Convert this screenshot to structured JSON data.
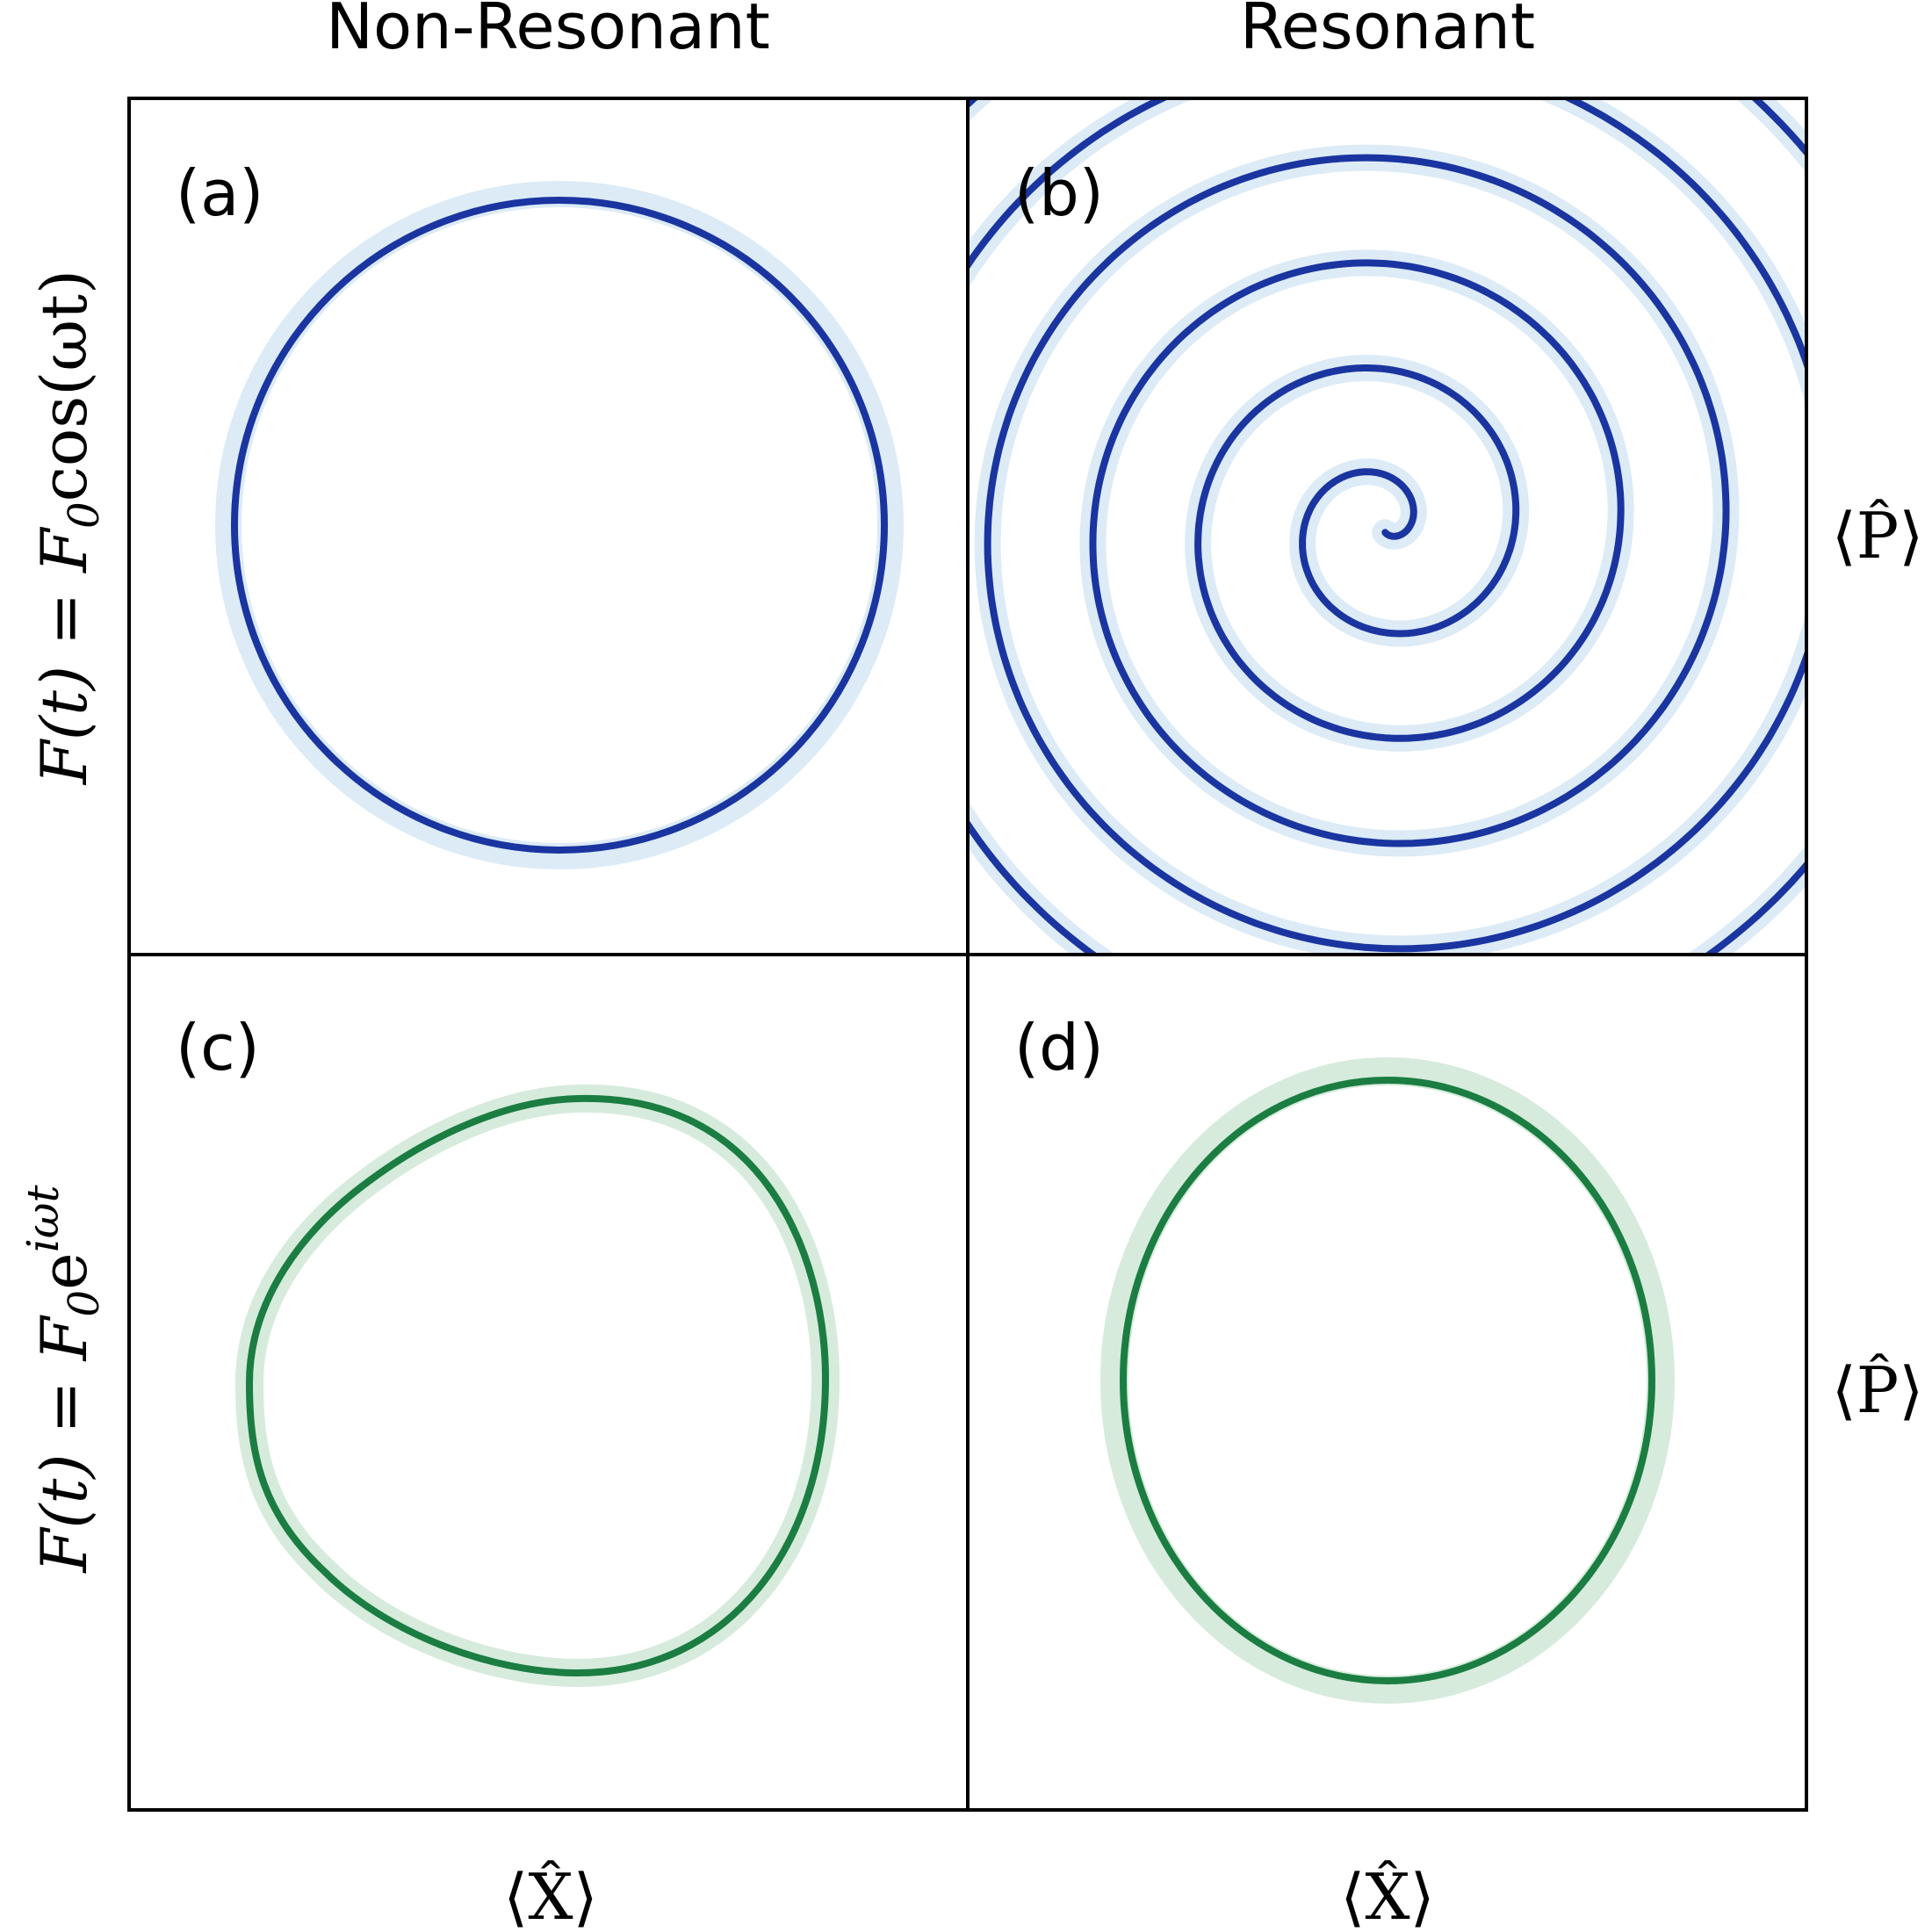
{
  "columns": {
    "left": "Non-Resonant",
    "right": "Resonant"
  },
  "rows": {
    "top": {
      "prefix": "F(t) = F",
      "sub": "0",
      "suffix": "cos(ωt)"
    },
    "bottom": {
      "prefix": "F(t) = F",
      "sub": "0",
      "base": "e",
      "sup": "iωt"
    }
  },
  "axis_labels": {
    "x": "⟨X̂⟩",
    "p": "⟨P̂⟩"
  },
  "panels": [
    {
      "id": "a",
      "label": "(a)",
      "trajectory": "circle",
      "color": "blue"
    },
    {
      "id": "b",
      "label": "(b)",
      "trajectory": "growing spiral",
      "color": "blue"
    },
    {
      "id": "c",
      "label": "(c)",
      "trajectory": "distorted closed loop",
      "color": "green"
    },
    {
      "id": "d",
      "label": "(d)",
      "trajectory": "ellipse",
      "color": "green"
    }
  ],
  "colors": {
    "blue_line": "#1a35a0",
    "blue_halo": "#dcebf6",
    "green_line": "#1b7d41",
    "green_halo": "#d6ebdc",
    "frame": "#000000"
  }
}
